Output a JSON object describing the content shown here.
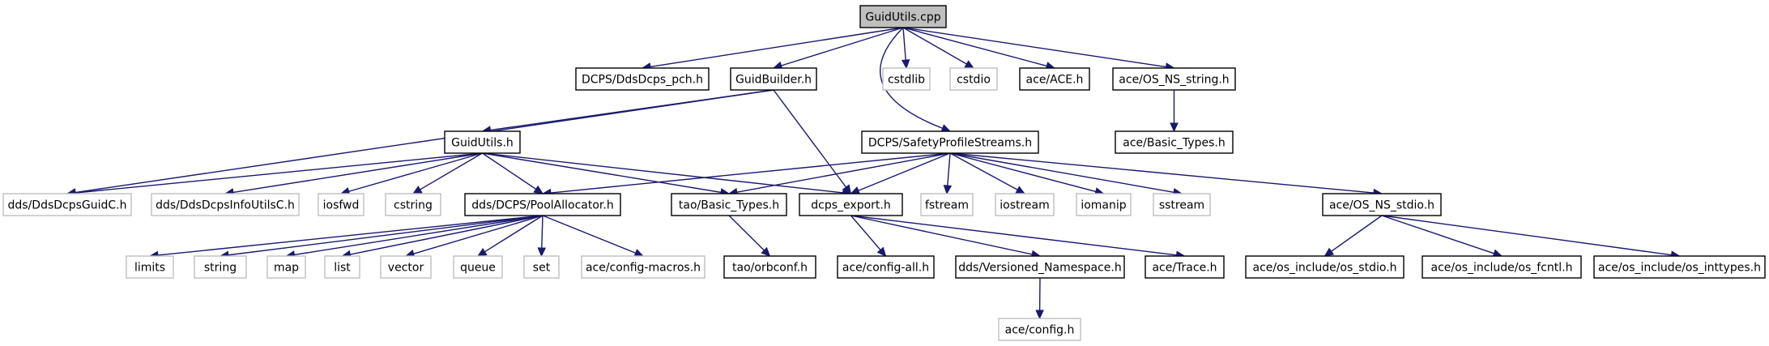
{
  "diagram": {
    "title": "",
    "colors": {
      "edge": "#191970",
      "solid_border": "#000000",
      "missing_border": "#bfbfbf",
      "root_fill": "#bfbfbf"
    },
    "nodes": [
      {
        "id": "n0",
        "label": "GuidUtils.cpp",
        "kind": "root"
      },
      {
        "id": "n1",
        "label": "DCPS/DdsDcps_pch.h",
        "kind": "solid"
      },
      {
        "id": "n2",
        "label": "GuidBuilder.h",
        "kind": "solid"
      },
      {
        "id": "n3",
        "label": "DCPS/SafetyProfileStreams.h",
        "kind": "solid"
      },
      {
        "id": "n4",
        "label": "cstdlib",
        "kind": "missing"
      },
      {
        "id": "n5",
        "label": "cstdio",
        "kind": "missing"
      },
      {
        "id": "n6",
        "label": "ace/ACE.h",
        "kind": "solid"
      },
      {
        "id": "n7",
        "label": "ace/OS_NS_string.h",
        "kind": "solid"
      },
      {
        "id": "n8",
        "label": "ace/Basic_Types.h",
        "kind": "solid"
      },
      {
        "id": "n9",
        "label": "GuidUtils.h",
        "kind": "solid"
      },
      {
        "id": "n10",
        "label": "dds/DdsDcpsGuidC.h",
        "kind": "missing"
      },
      {
        "id": "n11",
        "label": "dds/DdsDcpsInfoUtilsC.h",
        "kind": "missing"
      },
      {
        "id": "n12",
        "label": "iosfwd",
        "kind": "missing"
      },
      {
        "id": "n13",
        "label": "cstring",
        "kind": "missing"
      },
      {
        "id": "n14",
        "label": "dds/DCPS/PoolAllocator.h",
        "kind": "solid"
      },
      {
        "id": "n15",
        "label": "tao/Basic_Types.h",
        "kind": "solid"
      },
      {
        "id": "n16",
        "label": "dcps_export.h",
        "kind": "solid"
      },
      {
        "id": "n17",
        "label": "fstream",
        "kind": "missing"
      },
      {
        "id": "n18",
        "label": "iostream",
        "kind": "missing"
      },
      {
        "id": "n19",
        "label": "iomanip",
        "kind": "missing"
      },
      {
        "id": "n20",
        "label": "sstream",
        "kind": "missing"
      },
      {
        "id": "n21",
        "label": "ace/OS_NS_stdio.h",
        "kind": "solid"
      },
      {
        "id": "n22",
        "label": "limits",
        "kind": "missing"
      },
      {
        "id": "n23",
        "label": "string",
        "kind": "missing"
      },
      {
        "id": "n24",
        "label": "map",
        "kind": "missing"
      },
      {
        "id": "n25",
        "label": "list",
        "kind": "missing"
      },
      {
        "id": "n26",
        "label": "vector",
        "kind": "missing"
      },
      {
        "id": "n27",
        "label": "queue",
        "kind": "missing"
      },
      {
        "id": "n28",
        "label": "set",
        "kind": "missing"
      },
      {
        "id": "n29",
        "label": "ace/config-macros.h",
        "kind": "missing"
      },
      {
        "id": "n30",
        "label": "tao/orbconf.h",
        "kind": "solid"
      },
      {
        "id": "n31",
        "label": "ace/config-all.h",
        "kind": "solid"
      },
      {
        "id": "n32",
        "label": "dds/Versioned_Namespace.h",
        "kind": "solid"
      },
      {
        "id": "n33",
        "label": "ace/Trace.h",
        "kind": "solid"
      },
      {
        "id": "n34",
        "label": "ace/config.h",
        "kind": "missing"
      },
      {
        "id": "n35",
        "label": "ace/os_include/os_stdio.h",
        "kind": "solid"
      },
      {
        "id": "n36",
        "label": "ace/os_include/os_fcntl.h",
        "kind": "solid"
      },
      {
        "id": "n37",
        "label": "ace/os_include/os_inttypes.h",
        "kind": "solid"
      }
    ],
    "edges": [
      [
        "n0",
        "n1"
      ],
      [
        "n0",
        "n2"
      ],
      [
        "n0",
        "n3"
      ],
      [
        "n0",
        "n4"
      ],
      [
        "n0",
        "n5"
      ],
      [
        "n0",
        "n6"
      ],
      [
        "n0",
        "n7"
      ],
      [
        "n7",
        "n8"
      ],
      [
        "n2",
        "n9"
      ],
      [
        "n2",
        "n10"
      ],
      [
        "n2",
        "n16"
      ],
      [
        "n9",
        "n10"
      ],
      [
        "n9",
        "n11"
      ],
      [
        "n9",
        "n12"
      ],
      [
        "n9",
        "n13"
      ],
      [
        "n9",
        "n14"
      ],
      [
        "n9",
        "n15"
      ],
      [
        "n9",
        "n16"
      ],
      [
        "n3",
        "n14"
      ],
      [
        "n3",
        "n15"
      ],
      [
        "n3",
        "n16"
      ],
      [
        "n3",
        "n17"
      ],
      [
        "n3",
        "n18"
      ],
      [
        "n3",
        "n19"
      ],
      [
        "n3",
        "n20"
      ],
      [
        "n3",
        "n21"
      ],
      [
        "n14",
        "n22"
      ],
      [
        "n14",
        "n23"
      ],
      [
        "n14",
        "n24"
      ],
      [
        "n14",
        "n25"
      ],
      [
        "n14",
        "n26"
      ],
      [
        "n14",
        "n27"
      ],
      [
        "n14",
        "n28"
      ],
      [
        "n14",
        "n29"
      ],
      [
        "n15",
        "n30"
      ],
      [
        "n16",
        "n31"
      ],
      [
        "n16",
        "n32"
      ],
      [
        "n16",
        "n33"
      ],
      [
        "n32",
        "n34"
      ],
      [
        "n21",
        "n35"
      ],
      [
        "n21",
        "n36"
      ],
      [
        "n21",
        "n37"
      ]
    ]
  }
}
